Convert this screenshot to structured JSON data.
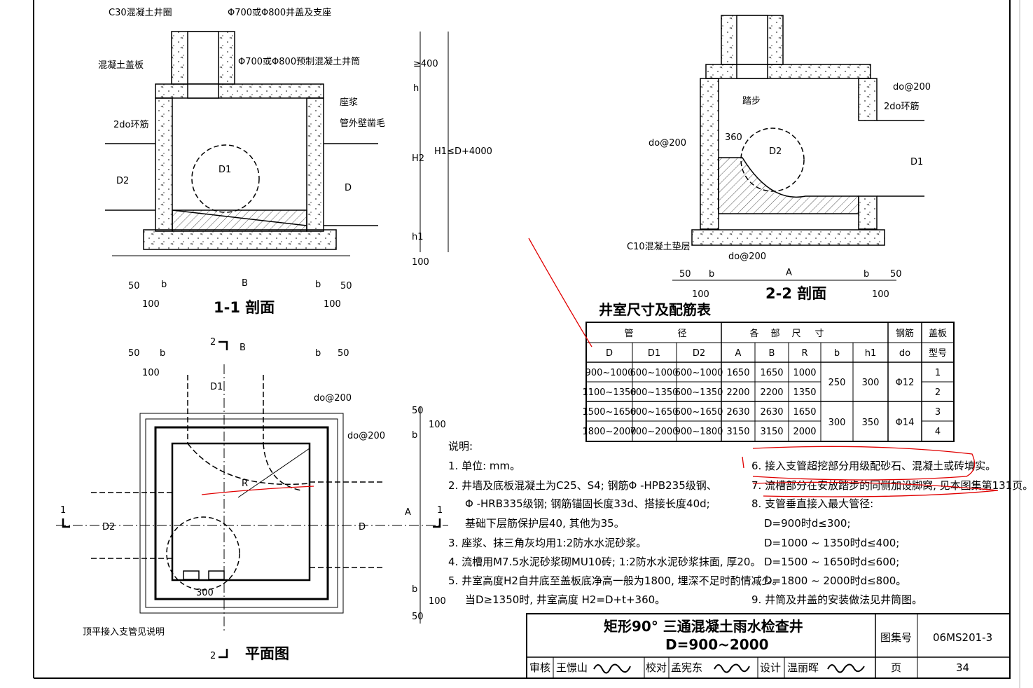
{
  "section_1_1": {
    "title": "1-1 剖面",
    "labels": {
      "ring": "C30混凝土井圈",
      "cover": "Φ700或Φ800井盖及支座",
      "slab": "混凝土盖板",
      "shaft": "Φ700或Φ800预制混凝土井筒",
      "mortar": "座浆",
      "chisel": "管外壁凿毛",
      "hoop": "2do环筋",
      "d1": "D1",
      "d2": "D2",
      "d": "D"
    },
    "dims": {
      "a400": "≥400",
      "h": "h",
      "h2": "H2",
      "h1": "h1",
      "h1max": "H1≤D+4000",
      "d100": "100",
      "b": "b",
      "B": "B",
      "d50": "50"
    }
  },
  "section_2_2": {
    "title": "2-2 剖面",
    "labels": {
      "step": "踏步",
      "do200": "do@200",
      "hoop": "2do环筋",
      "d2": "D2",
      "d360": "360",
      "d1": "D1",
      "bed": "C10混凝土垫层"
    },
    "dims": {
      "d50": "50",
      "b": "b",
      "A": "A",
      "d100": "100"
    }
  },
  "plan": {
    "title": "平面图",
    "labels": {
      "d1": "D1",
      "do200": "do@200",
      "R": "R",
      "d2": "D2",
      "d": "D",
      "A": "A",
      "d300": "300",
      "flush": "顶平接入支管见说明",
      "cut1": "1",
      "cut2": "2"
    },
    "dims": {
      "d50": "50",
      "b": "b",
      "B": "B",
      "d100": "100"
    }
  },
  "table": {
    "title": "井室尺寸及配筋表",
    "group_headers": [
      "管",
      "径",
      "各",
      "部",
      "尺",
      "寸",
      "钢筋",
      "盖板"
    ],
    "sub_headers": [
      "D",
      "D1",
      "D2",
      "A",
      "B",
      "R",
      "b",
      "h1",
      "do",
      "型号"
    ],
    "rows": [
      [
        "900~1000",
        "600~1000",
        "600~1000",
        "1650",
        "1650",
        "1000"
      ],
      [
        "1100~1350",
        "600~1350",
        "600~1350",
        "2200",
        "2200",
        "1350"
      ],
      [
        "1500~1650",
        "600~1650",
        "600~1650",
        "2630",
        "2630",
        "1650"
      ],
      [
        "1800~2000",
        "700~2000",
        "900~1800",
        "3150",
        "3150",
        "2000"
      ]
    ],
    "merged": [
      {
        "b": "250",
        "h1": "300",
        "do": "Φ12"
      },
      {
        "b": "300",
        "h1": "350",
        "do": "Φ14"
      }
    ],
    "types": [
      "1",
      "2",
      "3",
      "4"
    ]
  },
  "notes": {
    "heading": "说明:",
    "left": [
      "1. 单位: mm。",
      "2. 井墙及底板混凝土为C25、S4; 钢筋Φ -HPB235级钢、",
      "Φ -HRB335级钢; 钢筋锚固长度33d、搭接长度40d;",
      "基础下层筋保护层40, 其他为35。",
      "3. 座浆、抹三角灰均用1:2防水水泥砂浆。",
      "4. 流槽用M7.5水泥砂浆砌MU10砖; 1:2防水水泥砂浆抹面, 厚20。",
      "5. 井室高度H2自井底至盖板底净高一般为1800, 埋深不足时酌情减少。",
      "当D≥1350时, 井室高度 H2=D+t+360。"
    ],
    "right": [
      "6. 接入支管超挖部分用级配砂石、混凝土或砖填实。",
      "7. 流槽部分在安放踏步的同侧加设脚窝, 见本图集第131页。",
      "8. 支管垂直接入最大管径:",
      "D=900时d≤300;",
      "D=1000 ~ 1350时d≤400;",
      "D=1500 ~ 1650时d≤600;",
      "D=1800 ~ 2000时d≤800。",
      "9. 井筒及井盖的安装做法见井筒图。"
    ]
  },
  "title_block": {
    "title_line1": "矩形90° 三通混凝土雨水检查井",
    "title_line2": "D=900~2000",
    "atlas_label": "图集号",
    "atlas_no": "06MS201-3",
    "review_label": "审核",
    "reviewer": "王憬山",
    "check_label": "校对",
    "checker": "孟宪东",
    "design_label": "设计",
    "designer": "温丽晖",
    "page_label": "页",
    "page_no": "34"
  },
  "colors": {
    "line": "#000000",
    "annotation": "#e00000",
    "hatch": "#555555"
  }
}
